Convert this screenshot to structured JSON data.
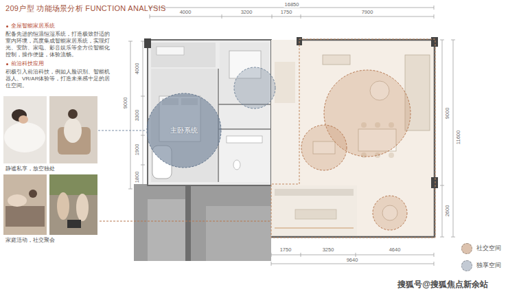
{
  "diagram": {
    "title": "209户型 功能场景分析 FUNCTION ANALYSIS",
    "nodes": [
      {
        "text": [
          "静谧私享，放空独处"
        ]
      },
      {
        "text": [
          "家庭活动，社交聚会"
        ]
      },
      {
        "text": [
          "主卧系统"
        ]
      }
    ],
    "edges": [
      {
        "from": 0,
        "to": 2,
        "arrow": "none"
      }
    ],
    "labels": [
      "全屋智能家居系统",
      "配备先进的恒温恒湿系统，打造极致舒适的室内环境，高度集成智能家居系统，实现灯光、安防、家电、影音娱乐等全方位智能化控制，操作便捷，体验流畅。",
      "前沿科技应用",
      "积极引入前沿科技，例如人脸识别、智能机器人、VR/AR体验等，打造未来感十足的居住空间。",
      "16850",
      "4000",
      "3200",
      "1750",
      "7900",
      "9000",
      "4000",
      "3300",
      "1900",
      "1800",
      "9000",
      "11600",
      "2600",
      "1750",
      "3250",
      "4640",
      "9640",
      "搜狐号@搜狐焦点新余站"
    ],
    "legend": [
      {
        "text": "社交空间",
        "color": "#dcc2ae"
      },
      {
        "text": "独享空间",
        "color": "#c3cad4"
      }
    ]
  }
}
